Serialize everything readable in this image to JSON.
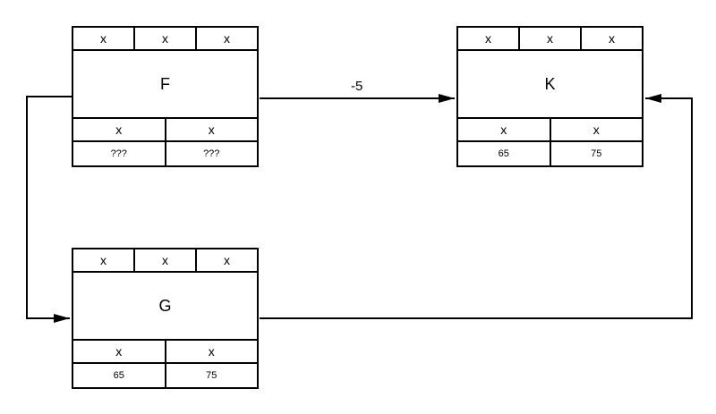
{
  "nodes": [
    {
      "id": "F",
      "name": "F",
      "top": [
        "x",
        "x",
        "x"
      ],
      "mid": [
        "x",
        "x"
      ],
      "bottom": [
        "???",
        "???"
      ]
    },
    {
      "id": "K",
      "name": "K",
      "top": [
        "x",
        "x",
        "x"
      ],
      "mid": [
        "x",
        "x"
      ],
      "bottom": [
        "65",
        "75"
      ]
    },
    {
      "id": "G",
      "name": "G",
      "top": [
        "x",
        "x",
        "x"
      ],
      "mid": [
        "x",
        "x"
      ],
      "bottom": [
        "65",
        "75"
      ]
    }
  ],
  "edges": [
    {
      "from": "F",
      "to": "K",
      "label": "-5"
    },
    {
      "from": "F",
      "to": "G",
      "label": ""
    },
    {
      "from": "G",
      "to": "K",
      "label": ""
    }
  ]
}
